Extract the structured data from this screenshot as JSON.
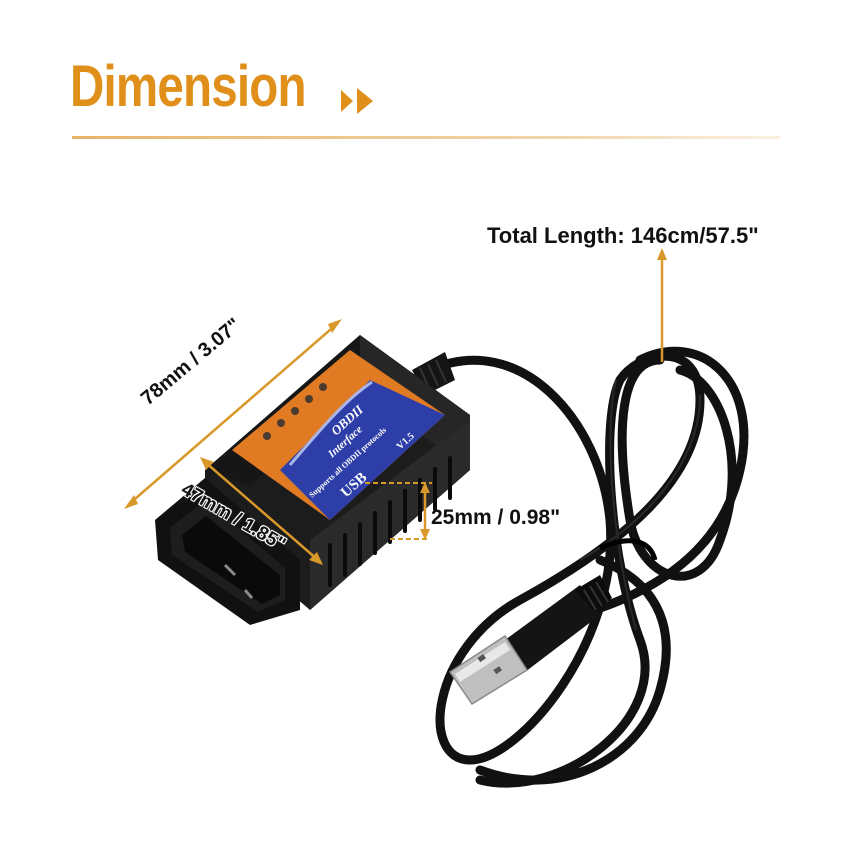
{
  "header": {
    "title": "Dimension",
    "title_icon": "double-chevron-right-icon",
    "accent_color": "#e0901a"
  },
  "product": {
    "name": "OBD2 USB Interface Cable",
    "label_lines": [
      "OBDII",
      "Interface",
      "Supports all OBDII protocols",
      "USB",
      "V1.5"
    ],
    "led_count": 5,
    "colors": {
      "body": "#1a1a1a",
      "label_orange": "#e07b24",
      "label_blue": "#2d3ea8",
      "cable": "#111111"
    }
  },
  "dimensions": {
    "total_length": "Total Length: 146cm/57.5\"",
    "length": "78mm / 3.07\"",
    "width": "47mm / 1.85\"",
    "height": "25mm / 0.98\"",
    "line_color": "#d9982a"
  }
}
